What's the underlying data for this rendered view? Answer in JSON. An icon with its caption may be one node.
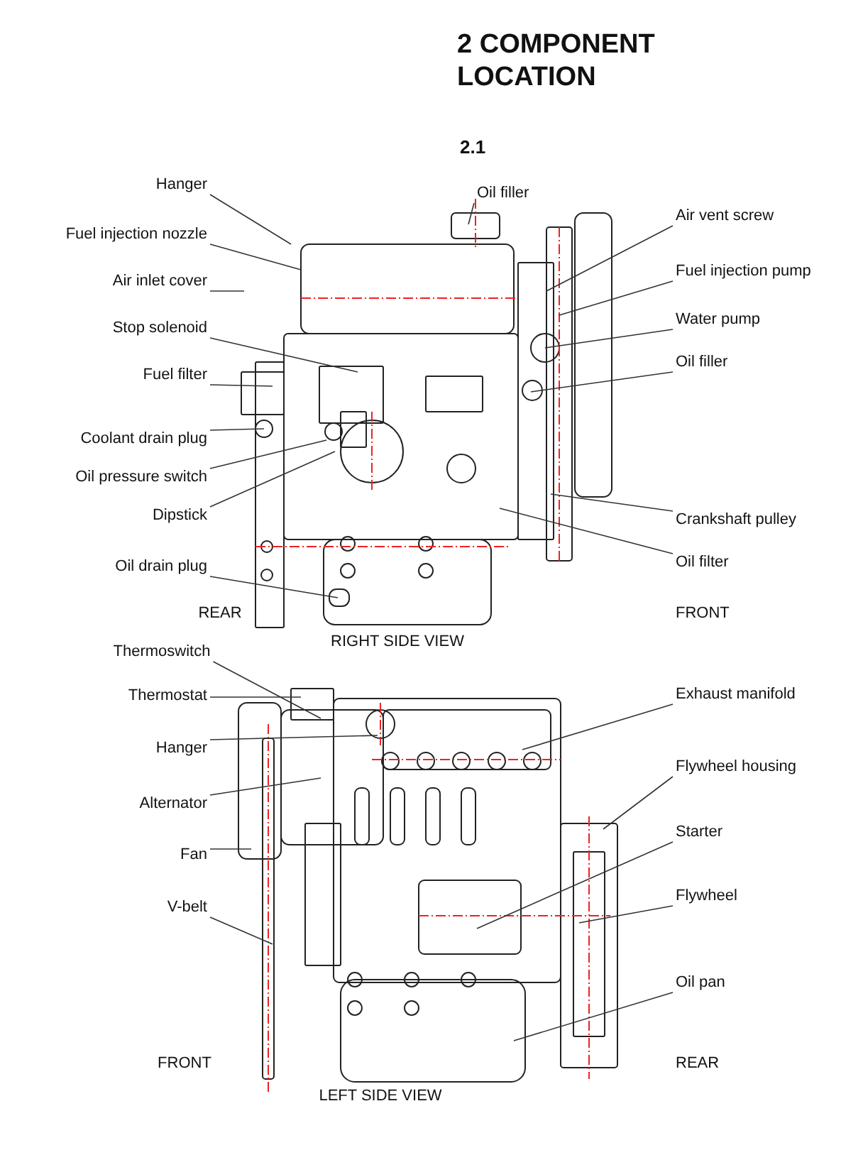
{
  "diagram": {
    "title": "2 COMPONENT LOCATION",
    "nodes": [
      {
        "text": [
          "Hanger"
        ]
      },
      {
        "text": [
          "Fuel injection nozzle"
        ]
      },
      {
        "text": [
          "Air inlet cover"
        ]
      },
      {
        "text": [
          "Stop solenoid"
        ]
      },
      {
        "text": [
          "Fuel filter"
        ]
      },
      {
        "text": [
          "Coolant drain plug"
        ]
      },
      {
        "text": [
          "Oil pressure switch"
        ]
      },
      {
        "text": [
          "Dipstick"
        ]
      },
      {
        "text": [
          "Oil drain plug"
        ]
      },
      {
        "text": [
          "Oil filler"
        ]
      },
      {
        "text": [
          "Air vent screw"
        ]
      },
      {
        "text": [
          "Fuel injection pump"
        ]
      },
      {
        "text": [
          "Water pump"
        ]
      },
      {
        "text": [
          "Oil filler"
        ]
      },
      {
        "text": [
          "Crankshaft pulley"
        ]
      },
      {
        "text": [
          "Oil filter"
        ]
      },
      {
        "text": [
          "Thermoswitch"
        ]
      },
      {
        "text": [
          "Thermostat"
        ]
      },
      {
        "text": [
          "Hanger"
        ]
      },
      {
        "text": [
          "Alternator"
        ]
      },
      {
        "text": [
          "Fan"
        ]
      },
      {
        "text": [
          "V-belt"
        ]
      },
      {
        "text": [
          "Exhaust manifold"
        ]
      },
      {
        "text": [
          "Flywheel housing"
        ]
      },
      {
        "text": [
          "Starter"
        ]
      },
      {
        "text": [
          "Flywheel"
        ]
      },
      {
        "text": [
          "Oil pan"
        ]
      }
    ],
    "edges": [
      {
        "from": 0,
        "to": null,
        "arrow": "none"
      },
      {
        "from": 1,
        "to": null,
        "arrow": "none"
      },
      {
        "from": 2,
        "to": null,
        "arrow": "none"
      },
      {
        "from": 3,
        "to": null,
        "arrow": "none"
      },
      {
        "from": 4,
        "to": null,
        "arrow": "none"
      },
      {
        "from": 5,
        "to": null,
        "arrow": "none"
      },
      {
        "from": 6,
        "to": null,
        "arrow": "none"
      },
      {
        "from": 7,
        "to": null,
        "arrow": "none"
      },
      {
        "from": 8,
        "to": null,
        "arrow": "none"
      },
      {
        "from": 9,
        "to": null,
        "arrow": "none"
      },
      {
        "from": 10,
        "to": null,
        "arrow": "none"
      },
      {
        "from": 11,
        "to": null,
        "arrow": "none"
      },
      {
        "from": 12,
        "to": null,
        "arrow": "none"
      },
      {
        "from": 13,
        "to": null,
        "arrow": "none"
      },
      {
        "from": 14,
        "to": null,
        "arrow": "none"
      },
      {
        "from": 15,
        "to": null,
        "arrow": "none"
      },
      {
        "from": 16,
        "to": null,
        "arrow": "none"
      },
      {
        "from": 17,
        "to": null,
        "arrow": "none"
      },
      {
        "from": 18,
        "to": null,
        "arrow": "none"
      },
      {
        "from": 19,
        "to": null,
        "arrow": "none"
      },
      {
        "from": 20,
        "to": null,
        "arrow": "none"
      },
      {
        "from": 21,
        "to": null,
        "arrow": "none"
      },
      {
        "from": 22,
        "to": null,
        "arrow": "none"
      },
      {
        "from": 23,
        "to": null,
        "arrow": "none"
      },
      {
        "from": 24,
        "to": null,
        "arrow": "none"
      },
      {
        "from": 25,
        "to": null,
        "arrow": "none"
      },
      {
        "from": 26,
        "to": null,
        "arrow": "none"
      }
    ],
    "labels": [
      "2.1",
      "REAR",
      "FRONT",
      "RIGHT SIDE VIEW",
      "FRONT",
      "REAR",
      "LEFT SIDE VIEW"
    ]
  }
}
